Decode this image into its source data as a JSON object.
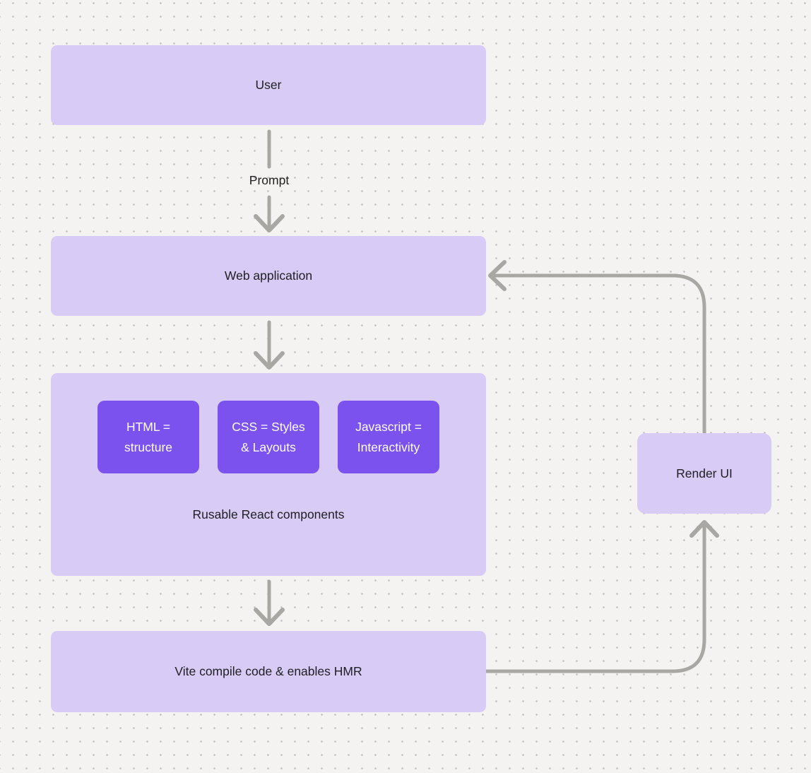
{
  "diagram": {
    "background": {
      "color": "#f4f3f1",
      "dot_color": "#c1bfbd"
    },
    "colors": {
      "node_fill": "#d8ccf6",
      "chip_fill": "#7c52ee",
      "arrow": "#a9a7a4",
      "node_text": "#202024",
      "chip_text": "#ffffff"
    },
    "nodes": {
      "user": {
        "label": "User"
      },
      "web_application": {
        "label": "Web application"
      },
      "vite": {
        "label": "Vite compile code & enables HMR"
      },
      "render_ui": {
        "label": "Render UI"
      }
    },
    "components": {
      "chips": [
        {
          "label": "HTML = structure"
        },
        {
          "label": "CSS = Styles & Layouts"
        },
        {
          "label": "Javascript = Interactivity"
        }
      ],
      "caption": "Rusable React components"
    },
    "edge_labels": {
      "prompt": "Prompt"
    }
  }
}
